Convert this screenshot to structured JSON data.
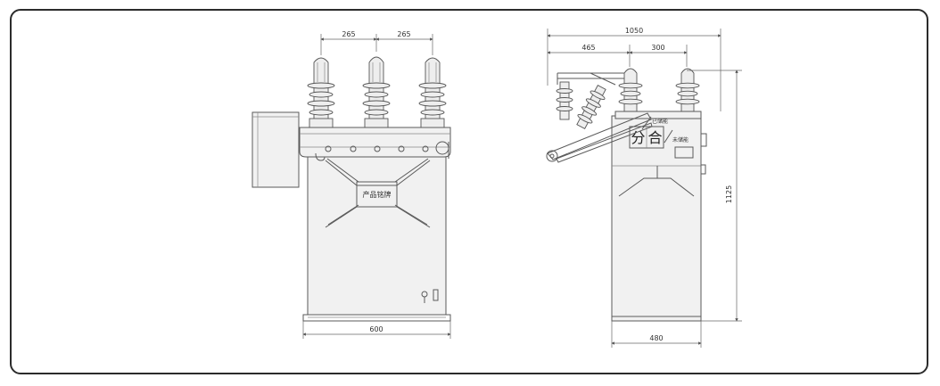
{
  "front_view": {
    "dims": {
      "top_left": "265",
      "top_right": "265",
      "bottom": "600"
    },
    "nameplate": "产品铭牌"
  },
  "side_view": {
    "dims": {
      "total_width": "1050",
      "left_span": "465",
      "right_span": "300",
      "height": "1125",
      "bottom": "480"
    },
    "open_label": "分",
    "close_label": "合",
    "charged_label": "已储能",
    "uncharged_label": "未储能"
  }
}
